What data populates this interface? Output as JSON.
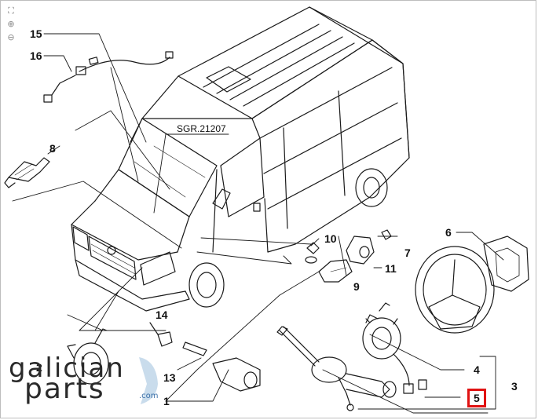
{
  "toolbar": {
    "fit_icon": "expand-icon",
    "zoom_in_icon": "zoom-in-icon",
    "zoom_out_icon": "zoom-out-icon"
  },
  "diagram": {
    "reference": "SGR.21207",
    "callouts": [
      "15",
      "16",
      "8",
      "10",
      "7",
      "11",
      "9",
      "6",
      "14",
      "4",
      "3",
      "5",
      "2",
      "13",
      "1"
    ],
    "highlighted_callout": "5",
    "highlight_color": "#e01212"
  },
  "logo": {
    "line1": "galician",
    "line2": "parts",
    "suffix": ".com"
  }
}
